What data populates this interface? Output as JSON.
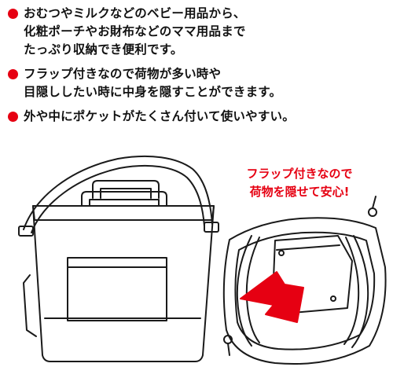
{
  "bullets": [
    {
      "lines": [
        "おむつやミルクなどのベビー用品から、",
        "化粧ポーチやお財布などのママ用品まで",
        "たっぷり収納でき便利です。"
      ]
    },
    {
      "lines": [
        "フラップ付きなので荷物が多い時や",
        "目隠ししたい時に中身を隠すことができます。"
      ]
    },
    {
      "lines": [
        "外や中にポケットがたくさん付いて使いやすい。"
      ]
    }
  ],
  "callout": {
    "lines": [
      "フラップ付きなので",
      "荷物を隠せて安心!"
    ]
  },
  "colors": {
    "accent": "#e60012",
    "outline": "#1a1a1a"
  },
  "illustrations": [
    "closed-tote-bag-with-shoulder-strap",
    "open-tote-bag-top-view"
  ]
}
